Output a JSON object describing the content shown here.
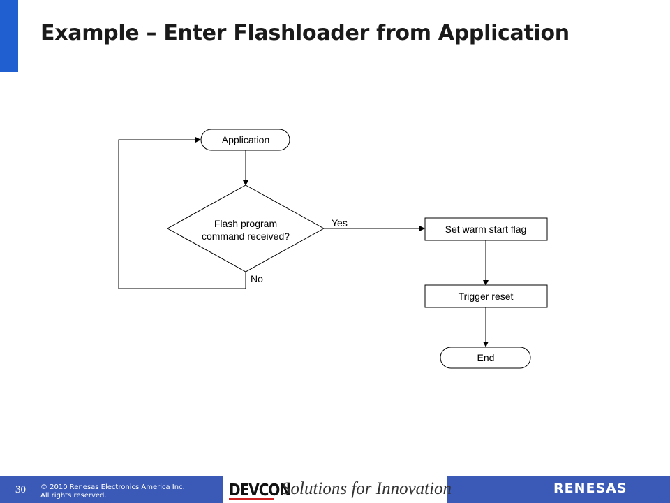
{
  "slide": {
    "title": "Example – Enter Flashloader from Application",
    "page_number": "30",
    "accent_color": "#1f5fcf"
  },
  "flowchart": {
    "nodes": {
      "application": "Application",
      "decision_line1": "Flash program",
      "decision_line2": "command received?",
      "set_flag": "Set warm start flag",
      "trigger_reset": "Trigger reset",
      "end": "End"
    },
    "edge_labels": {
      "yes": "Yes",
      "no": "No"
    }
  },
  "footer": {
    "copyright_line1": "© 2010 Renesas Electronics America Inc.",
    "copyright_line2": "All rights reserved.",
    "devcon_logo": "DEVCON",
    "tagline": "Solutions for Innovation",
    "brand_logo": "RENESAS",
    "bar_color": "#3b5ab7"
  }
}
